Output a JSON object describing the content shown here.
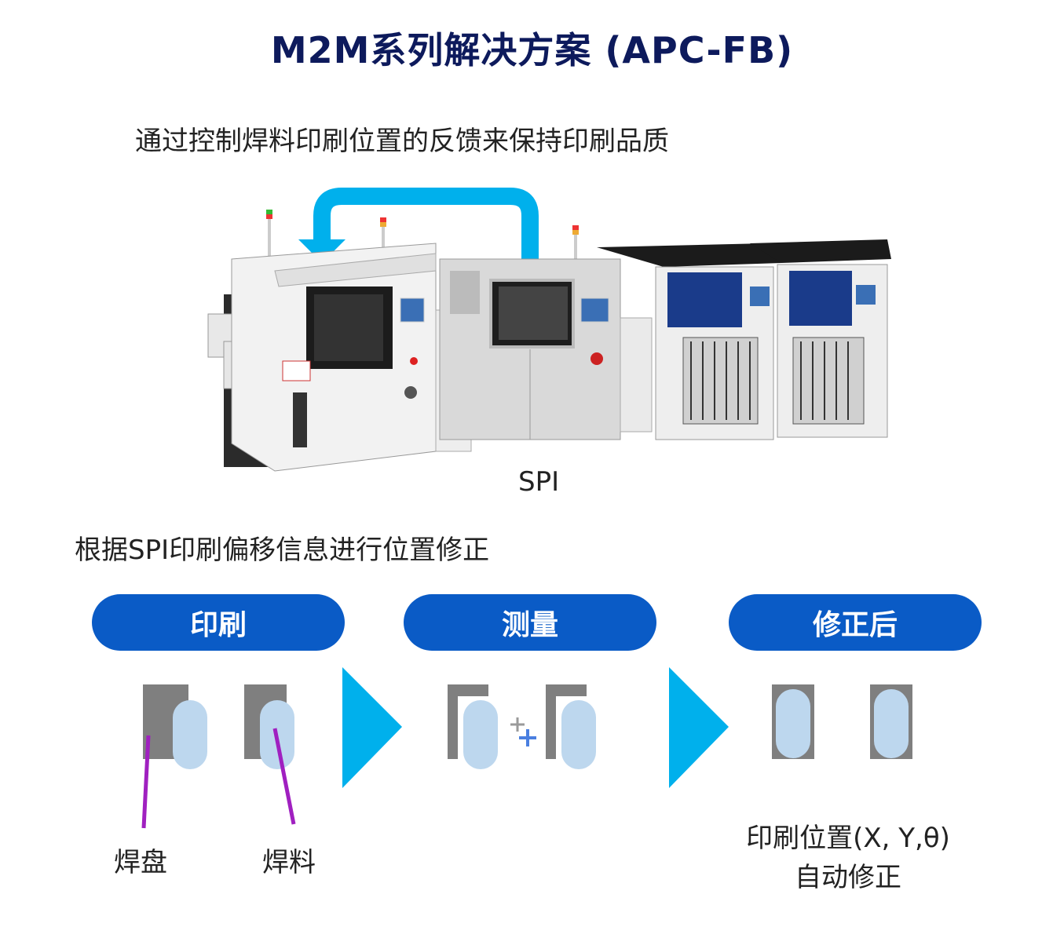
{
  "title": "M2M系列解决方案 (APC-FB)",
  "subtitle_feedback": "通过控制焊料印刷位置的反馈来保持印刷品质",
  "spi_label": "SPI",
  "subtitle_correction": "根据SPI印刷偏移信息进行位置修正",
  "steps": [
    {
      "label": "印刷"
    },
    {
      "label": "测量"
    },
    {
      "label": "修正后"
    }
  ],
  "captions": {
    "pad": "焊盘",
    "solder": "焊料"
  },
  "result_text": {
    "line1": "印刷位置(X, Y,θ)",
    "line2": "自动修正"
  },
  "colors": {
    "title": "#0d1a5c",
    "pill": "#0a5bc6",
    "arrow": "#00b0ec",
    "pad": "#7f7f7f",
    "solder": "#bdd7ee",
    "pointer": "#a020c0",
    "cross_new": "#4a7fe0",
    "cross_old": "#9a9a9a"
  }
}
